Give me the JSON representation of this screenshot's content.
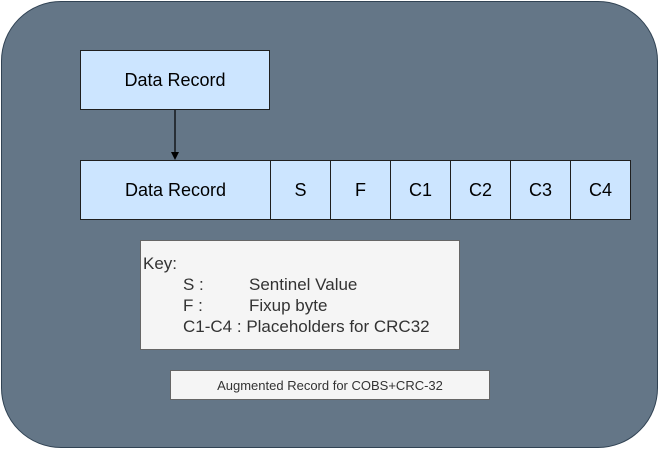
{
  "diagram": {
    "source_box": {
      "label": "Data Record"
    },
    "augmented_record": {
      "fields": [
        {
          "label": "Data Record"
        },
        {
          "label": "S"
        },
        {
          "label": "F"
        },
        {
          "label": "C1"
        },
        {
          "label": "C2"
        },
        {
          "label": "C3"
        },
        {
          "label": "C4"
        }
      ]
    },
    "key": {
      "title": "Key:",
      "entries": [
        {
          "term": "S :",
          "meaning": "Sentinel Value"
        },
        {
          "term": "F :",
          "meaning": "Fixup byte"
        },
        {
          "term": "C1-C4 :",
          "meaning": "Placeholders for CRC32"
        }
      ]
    },
    "caption": "Augmented Record for COBS+CRC-32",
    "colors": {
      "panel_fill": "#647687",
      "box_fill": "#cce5ff",
      "key_fill": "#f5f5f5",
      "stroke": "#1f1f1f"
    }
  }
}
